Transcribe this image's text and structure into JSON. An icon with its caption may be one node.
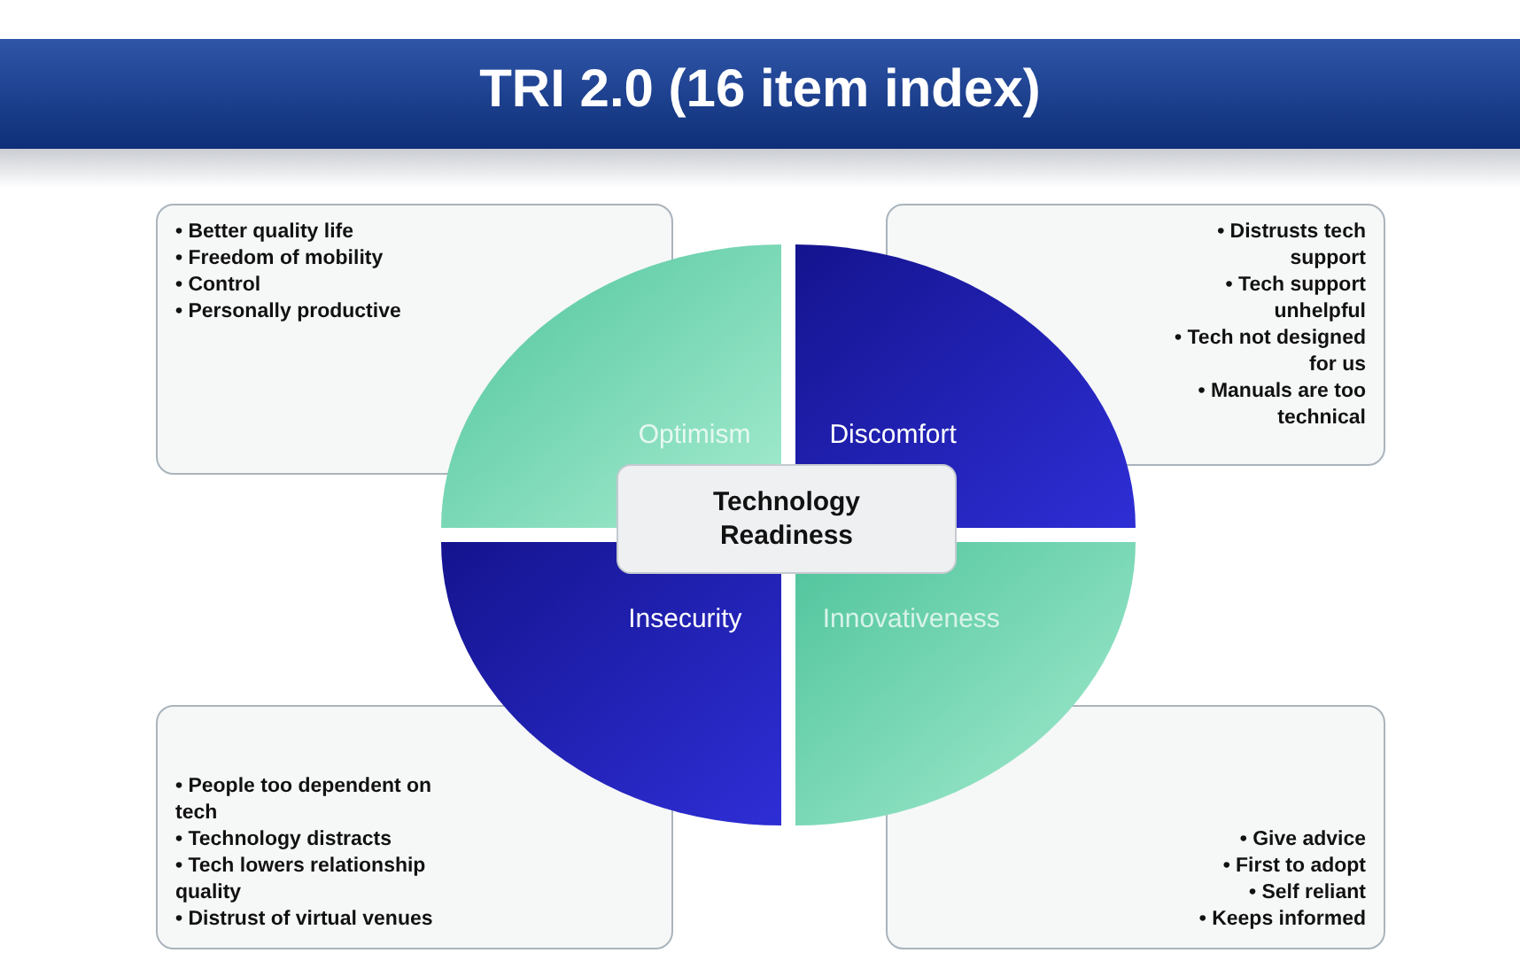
{
  "diagram": {
    "title": "TRI 2.0 (16 item index)",
    "nodes": [
      {
        "text": [
          "• Better quality life",
          "• Freedom of mobility",
          "• Control",
          "• Personally productive"
        ]
      },
      {
        "text": [
          "• Distrusts tech support",
          "• Tech support unhelpful",
          "• Tech not designed for us",
          "• Manuals are too technical"
        ]
      },
      {
        "text": [
          "Optimism"
        ]
      },
      {
        "text": [
          "Discomfort"
        ]
      },
      {
        "text": [
          "Technology Readiness"
        ]
      },
      {
        "text": [
          "Insecurity"
        ]
      },
      {
        "text": [
          "Innovativeness"
        ]
      },
      {
        "text": [
          "• People too dependent on tech",
          "• Technology distracts",
          "• Tech lowers relationship quality",
          "• Distrust of virtual venues"
        ]
      },
      {
        "text": [
          "• Give advice",
          "• First to adopt",
          "• Self reliant",
          "• Keeps informed"
        ]
      }
    ],
    "edges": []
  }
}
